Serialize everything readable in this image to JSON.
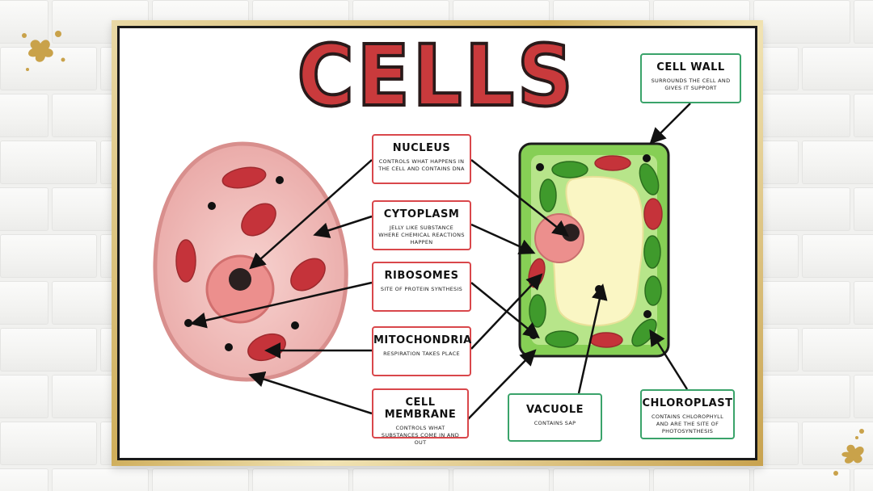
{
  "title": "CELLS",
  "labels": {
    "nucleus": {
      "title": "NUCLEUS",
      "desc": "CONTROLS WHAT HAPPENS IN THE CELL AND CONTAINS DNA"
    },
    "cytoplasm": {
      "title": "CYTOPLASM",
      "desc": "JELLY LIKE SUBSTANCE WHERE CHEMICAL REACTIONS HAPPEN"
    },
    "ribosomes": {
      "title": "RIBOSOMES",
      "desc": "SITE OF PROTEIN SYNTHESIS"
    },
    "mitochondria": {
      "title": "MITOCHONDRIA",
      "desc": "RESPIRATION TAKES PLACE"
    },
    "cell_membrane": {
      "title": "CELL MEMBRANE",
      "desc": "CONTROLS WHAT SUBSTANCES COME IN AND OUT"
    },
    "cell_wall": {
      "title": "CELL WALL",
      "desc": "SURROUNDS THE CELL AND GIVES IT SUPPORT"
    },
    "vacuole": {
      "title": "VACUOLE",
      "desc": "CONTAINS SAP"
    },
    "chloroplast": {
      "title": "CHLOROPLAST",
      "desc": "CONTAINS CHLOROPHYLL AND ARE THE SITE OF PHOTOSYNTHESIS"
    }
  },
  "colors": {
    "title_red": "#c93a3c",
    "animal_cell": "#f0b9b7",
    "plant_wall": "#8bd15a",
    "chloroplast_green": "#3f9a2c",
    "mitochondria_red": "#c5333a",
    "vacuole": "#faf6c4",
    "red_box_border": "#d9474b",
    "green_box_border": "#3aa36a",
    "gold_frame": "#cfae5b"
  }
}
